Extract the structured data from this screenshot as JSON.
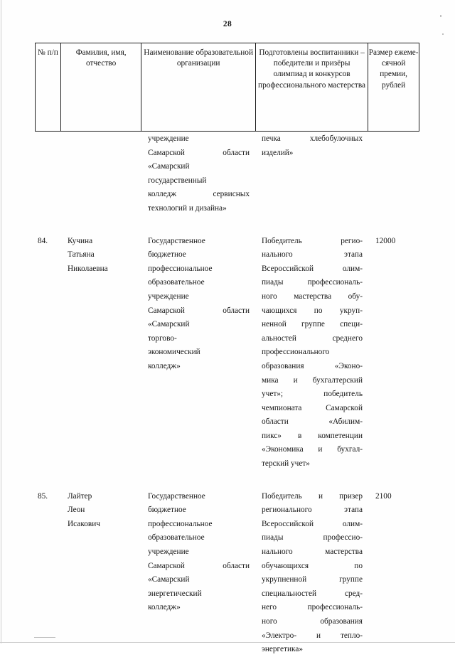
{
  "page": {
    "folio": "28"
  },
  "table": {
    "headers": [
      {
        "id": "col-number",
        "lines": [
          "№",
          "п/п"
        ]
      },
      {
        "id": "col-fullname",
        "lines": [
          "Фамилия, имя,",
          "отчество"
        ]
      },
      {
        "id": "col-organization",
        "lines": [
          "Наименование",
          "образовательной",
          "организации"
        ]
      },
      {
        "id": "col-achievements",
        "lines": [
          "Подготовлены",
          "воспитанники –",
          "победители и призёры",
          "олимпиад и конкурсов",
          "профессионального",
          "мастерства"
        ]
      },
      {
        "id": "col-amount",
        "lines": [
          "Размер",
          "ежеме-",
          "сячной",
          "премии,",
          "рублей"
        ]
      }
    ],
    "rows": [
      {
        "id": "row-continuation",
        "number": "",
        "fullname_lines": [],
        "organization_lines": [
          {
            "text": "учреждение",
            "justify": false
          },
          {
            "text": "Самарской области",
            "justify": true
          },
          {
            "text": "«Самарский",
            "justify": false
          },
          {
            "text": "государственный",
            "justify": false
          },
          {
            "text": "колледж сервисных",
            "justify": true
          },
          {
            "text": "технологий и дизайна»",
            "justify": false
          }
        ],
        "achievements_lines": [
          {
            "text": "печка хлебобулочных",
            "justify": true
          },
          {
            "text": "изделий»",
            "justify": false
          }
        ],
        "amount": ""
      },
      {
        "id": "row-84",
        "number": "84.",
        "fullname_lines": [
          "Кучина",
          "Татьяна",
          "Николаевна"
        ],
        "organization_lines": [
          {
            "text": "Государственное",
            "justify": false
          },
          {
            "text": "бюджетное",
            "justify": false
          },
          {
            "text": "профессиональное",
            "justify": false
          },
          {
            "text": "образовательное",
            "justify": false
          },
          {
            "text": "учреждение",
            "justify": false
          },
          {
            "text": "Самарской области",
            "justify": true
          },
          {
            "text": "«Самарский",
            "justify": false
          },
          {
            "text": "торгово-",
            "justify": false
          },
          {
            "text": "экономический",
            "justify": false
          },
          {
            "text": "колледж»",
            "justify": false
          }
        ],
        "achievements_lines": [
          {
            "text": "Победитель регио-",
            "justify": true
          },
          {
            "text": "нального этапа",
            "justify": true
          },
          {
            "text": "Всероссийской олим-",
            "justify": true
          },
          {
            "text": "пиады профессиональ-",
            "justify": true
          },
          {
            "text": "ного мастерства обу-",
            "justify": true
          },
          {
            "text": "чающихся по укруп-",
            "justify": true
          },
          {
            "text": "ненной группе специ-",
            "justify": true
          },
          {
            "text": "альностей среднего",
            "justify": true
          },
          {
            "text": "профессионального",
            "justify": false
          },
          {
            "text": "образования «Эконо-",
            "justify": true
          },
          {
            "text": "мика и бухгалтерский",
            "justify": true
          },
          {
            "text": "учет»; победитель",
            "justify": true
          },
          {
            "text": "чемпионата Самарской",
            "justify": true
          },
          {
            "text": "области «Абилим-",
            "justify": true
          },
          {
            "text": "пикс» в компетенции",
            "justify": true
          },
          {
            "text": "«Экономика и бухгал-",
            "justify": true
          },
          {
            "text": "терский учет»",
            "justify": false
          }
        ],
        "amount": "12000"
      },
      {
        "id": "row-85",
        "number": "85.",
        "fullname_lines": [
          "Лайтер",
          "Леон",
          "Исакович"
        ],
        "organization_lines": [
          {
            "text": "Государственное",
            "justify": false
          },
          {
            "text": "бюджетное",
            "justify": false
          },
          {
            "text": "профессиональное",
            "justify": false
          },
          {
            "text": "образовательное",
            "justify": false
          },
          {
            "text": "учреждение",
            "justify": false
          },
          {
            "text": "Самарской области",
            "justify": true
          },
          {
            "text": "«Самарский",
            "justify": false
          },
          {
            "text": "энергетический",
            "justify": false
          },
          {
            "text": "колледж»",
            "justify": false
          }
        ],
        "achievements_lines": [
          {
            "text": "Победитель и призер",
            "justify": true
          },
          {
            "text": "регионального этапа",
            "justify": true
          },
          {
            "text": "Всероссийской олим-",
            "justify": true
          },
          {
            "text": "пиады профессио-",
            "justify": true
          },
          {
            "text": "нального мастерства",
            "justify": true
          },
          {
            "text": "обучающихся по",
            "justify": true
          },
          {
            "text": "укрупненной группе",
            "justify": true
          },
          {
            "text": "специальностей сред-",
            "justify": true
          },
          {
            "text": "него профессиональ-",
            "justify": true
          },
          {
            "text": "ного образования",
            "justify": true
          },
          {
            "text": "«Электро- и тепло-",
            "justify": true
          },
          {
            "text": "энергетика»",
            "justify": false
          }
        ],
        "amount": "2100"
      }
    ]
  }
}
